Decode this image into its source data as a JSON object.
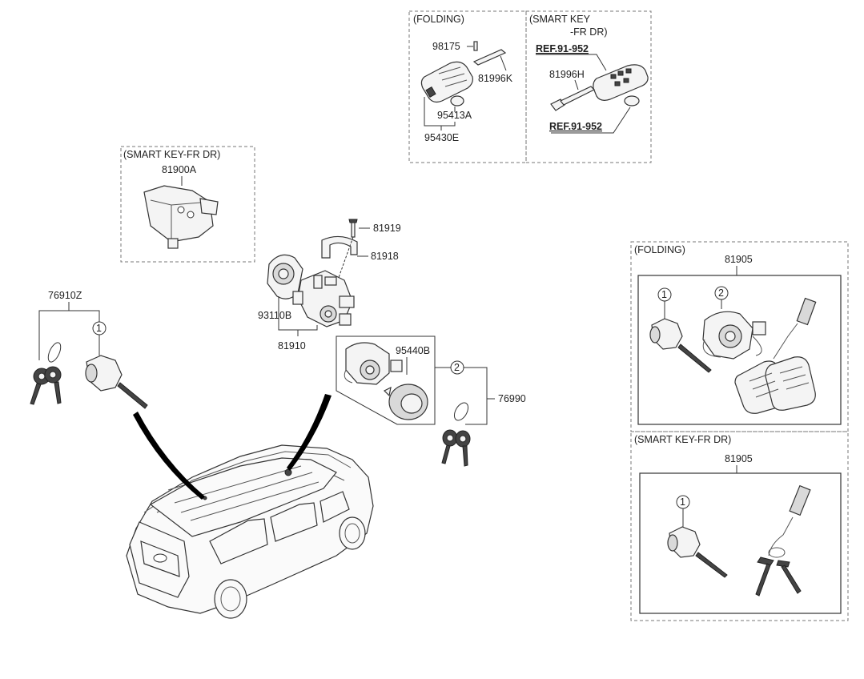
{
  "boxes": {
    "top_folding": {
      "title": "(FOLDING)"
    },
    "top_smart": {
      "title_line1": "(SMART KEY",
      "title_line2": "-FR DR)"
    },
    "left_smart": {
      "title": "(SMART KEY-FR DR)"
    },
    "right_folding": {
      "title": "(FOLDING)"
    },
    "right_smart": {
      "title": "(SMART KEY-FR DR)"
    }
  },
  "parts": {
    "p98175": "98175",
    "p81996K": "81996K",
    "p95413A": "95413A",
    "p95430E": "95430E",
    "ref_top": "REF.91-952",
    "p81996H": "81996H",
    "ref_bottom": "REF.91-952",
    "p81900A": "81900A",
    "p81919": "81919",
    "p81918": "81918",
    "p93110B": "93110B",
    "p81910": "81910",
    "p95440B": "95440B",
    "p76990": "76990",
    "p76910Z": "76910Z",
    "p81905_folding": "81905",
    "p81905_smart": "81905"
  },
  "callouts": {
    "c1": "1",
    "c2": "2"
  }
}
